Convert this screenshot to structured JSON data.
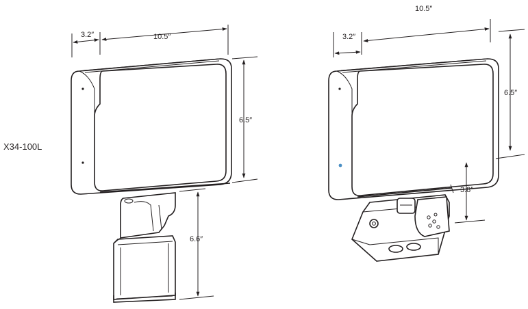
{
  "model_label": "X34-100L",
  "views": {
    "pole_mount": {
      "depth": "3.2″",
      "width": "10.5″",
      "height": "6.5″",
      "mount_height": "6.6″"
    },
    "yoke_mount": {
      "depth": "3.2″",
      "width": "10.5″",
      "height": "6.5″",
      "mount_height": "3.8″"
    }
  },
  "colors": {
    "line": "#231f20",
    "indicator": "#4a8fc4"
  }
}
